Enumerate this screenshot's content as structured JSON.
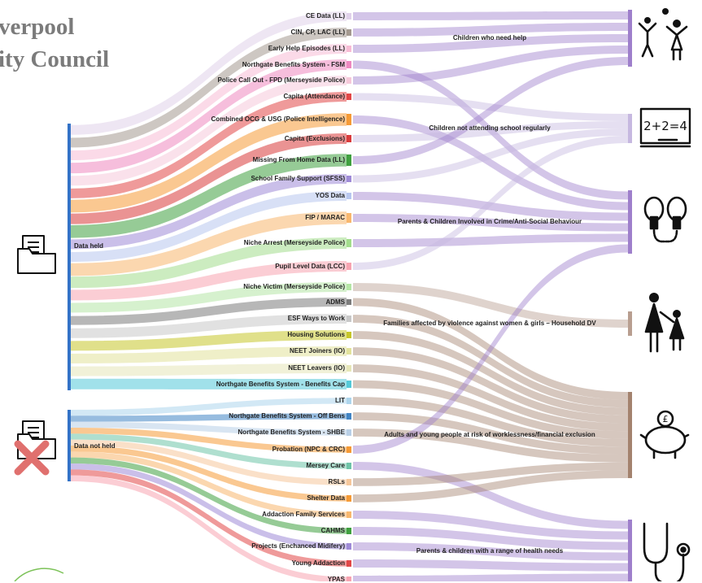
{
  "logo": {
    "line1": "verpool",
    "line2": "ity Council"
  },
  "groups": [
    {
      "label": "Data held",
      "color": "#3473c7",
      "icon": "folder-icon"
    },
    {
      "label": "Data not held",
      "color": "#3473c7",
      "icon": "folder-crossed-icon"
    }
  ],
  "sources": [
    {
      "label": "CE Data (LL)",
      "color": "#e0d1ea",
      "group": 0
    },
    {
      "label": "CIN, CP, LAC (LL)",
      "color": "#a49990",
      "group": 0
    },
    {
      "label": "Early Help Episodes (LL)",
      "color": "#f7bcd5",
      "group": 0
    },
    {
      "label": "Northgate Benefits System - FSM",
      "color": "#ee88c0",
      "group": 0
    },
    {
      "label": "Police Call Out - FPD (Merseyside Police)",
      "color": "#f6c8da",
      "group": 0
    },
    {
      "label": "Capita (Attendance)",
      "color": "#e24747",
      "group": 0
    },
    {
      "label": "Combined OCG & USG (Police Intelligence)",
      "color": "#f59a36",
      "group": 0
    },
    {
      "label": "Capita (Exclusions)",
      "color": "#d93b3b",
      "group": 0
    },
    {
      "label": "Missing From Home Data (LL)",
      "color": "#3fa03f",
      "group": 0
    },
    {
      "label": "School Family Support (SFSS)",
      "color": "#9f8bd7",
      "group": 0
    },
    {
      "label": "YOS Data",
      "color": "#b8c7ef",
      "group": 0
    },
    {
      "label": "FIP / MARAC",
      "color": "#f8b76e",
      "group": 0
    },
    {
      "label": "Niche Arrest (Merseyside Police)",
      "color": "#a2dd8c",
      "group": 0
    },
    {
      "label": "Pupil Level Data (LCC)",
      "color": "#f7a4b1",
      "group": 0
    },
    {
      "label": "Niche Victim (Merseyside Police)",
      "color": "#b5e6a6",
      "group": 0
    },
    {
      "label": "ADMS",
      "color": "#7c7c7c",
      "group": 0
    },
    {
      "label": "ESF Ways to Work",
      "color": "#c8c8c8",
      "group": 0
    },
    {
      "label": "Housing Solutions",
      "color": "#c6c629",
      "group": 0
    },
    {
      "label": "NEET Joiners (IO)",
      "color": "#e2e29b",
      "group": 0
    },
    {
      "label": "NEET Leavers (IO)",
      "color": "#e6e6b8",
      "group": 0
    },
    {
      "label": "Northgate Benefits System - Benefits Cap",
      "color": "#54c9d8",
      "group": 0
    },
    {
      "label": "LIT",
      "color": "#add5ec",
      "group": 1
    },
    {
      "label": "Northgate Benefits System - Off Bens",
      "color": "#4285c4",
      "group": 1
    },
    {
      "label": "Northgate Benefits System - SHBE",
      "color": "#b8cfe7",
      "group": 1
    },
    {
      "label": "Probation (NPC & CRC)",
      "color": "#f59a36",
      "group": 1
    },
    {
      "label": "Mersey Care",
      "color": "#6ec4a8",
      "group": 1
    },
    {
      "label": "RSLs",
      "color": "#f6c79a",
      "group": 1
    },
    {
      "label": "Shelter Data",
      "color": "#f59a36",
      "group": 1
    },
    {
      "label": "Addaction Family Services",
      "color": "#f8b76e",
      "group": 1
    },
    {
      "label": "CAHMS",
      "color": "#3fa03f",
      "group": 1
    },
    {
      "label": "Projects (Enchanced Midifery)",
      "color": "#9f8bd7",
      "group": 1
    },
    {
      "label": "Young Addaction",
      "color": "#e24747",
      "group": 1
    },
    {
      "label": "YPAS",
      "color": "#f7a4b1",
      "group": 1
    }
  ],
  "categories": [
    {
      "label": "Children who need help",
      "color": "#9e7fcb",
      "icon": "children-icon"
    },
    {
      "label": "Children not attending school regularly",
      "color": "#c6b8e0",
      "icon": "chalkboard-icon"
    },
    {
      "label": "Parents & Children Involved in Crime/Anti-Social Behaviour",
      "color": "#9e7fcb",
      "icon": "handcuffs-icon"
    },
    {
      "label": "Families affected by violence against women & girls – Household DV",
      "color": "#b89e90",
      "icon": "mother-child-icon"
    },
    {
      "label": "Adults and young people at risk of worklessness/financial exclusion",
      "color": "#a3826e",
      "icon": "piggy-bank-icon"
    },
    {
      "label": "Parents & children with a range of health needs",
      "color": "#9e7fcb",
      "icon": "stethoscope-icon"
    }
  ]
}
